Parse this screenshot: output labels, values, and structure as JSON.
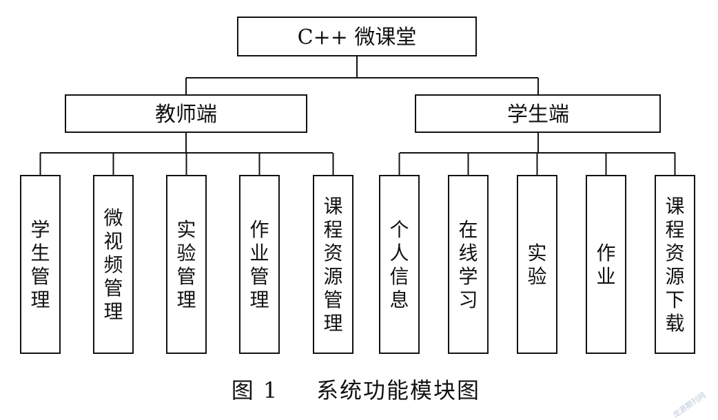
{
  "root": {
    "label": "C++ 微课堂"
  },
  "branches": [
    {
      "label": "教师端",
      "leaves": [
        "学生管理",
        "微视频管理",
        "实验管理",
        "作业管理",
        "课程资源管理"
      ]
    },
    {
      "label": "学生端",
      "leaves": [
        "个人信息",
        "在线学习",
        "实验",
        "作业",
        "课程资源下载"
      ]
    }
  ],
  "caption": {
    "number": "图 1",
    "title": "系统功能模块图"
  },
  "watermark": "龙源期刊网"
}
